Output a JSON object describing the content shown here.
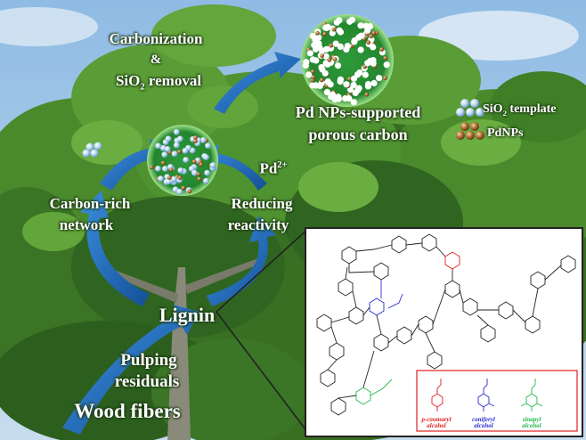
{
  "labels": {
    "carbonization": "Carbonization",
    "ampersand": "&",
    "sio2_removal_pre": "SiO",
    "sio2_removal_sub": "2",
    "sio2_removal_post": " removal",
    "pd_np_carbon_line1": "Pd NPs-supported",
    "pd_np_carbon_line2": "porous carbon",
    "pd_ion_base": "Pd",
    "pd_ion_sup": "2+",
    "carbon_rich_line1": "Carbon-rich",
    "carbon_rich_line2": "network",
    "reducing_line1": "Reducing",
    "reducing_line2": "reactivity",
    "lignin": "Lignin",
    "pulping_line1": "Pulping",
    "pulping_line2": "residuals",
    "wood_fibers": "Wood fibers"
  },
  "legend": {
    "sio2_pre": "SiO",
    "sio2_sub": "2",
    "sio2_post": " template",
    "pdnps": "PdNPs"
  },
  "monolignols": [
    {
      "line1": "p-coumaryl",
      "line2": "alcohol",
      "color": "#e0201e"
    },
    {
      "line1": "coniferyl",
      "line2": "alcohol",
      "color": "#2a2ad0"
    },
    {
      "line1": "sinapyl",
      "line2": "alcohol",
      "color": "#22b84a"
    }
  ],
  "colors": {
    "arrow": "#1f6fc0",
    "sky": "#9fc4e6",
    "foliage": "#3f7a26",
    "sio2": "#bcd9f2",
    "pd": "#b07038"
  }
}
